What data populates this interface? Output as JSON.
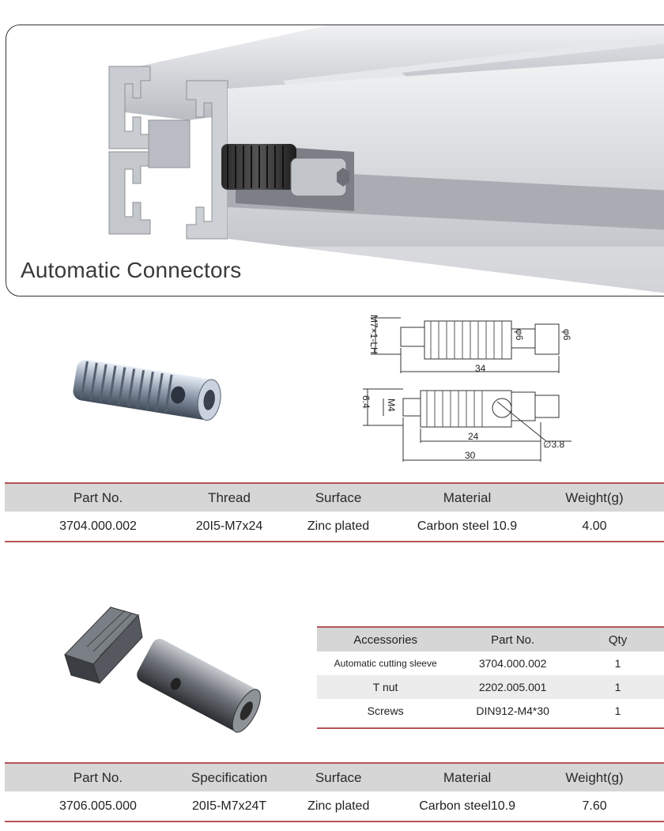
{
  "hero": {
    "title": "Automatic Connectors",
    "image": "aluminum-profile-with-automatic-connector"
  },
  "product1": {
    "photo": "automatic-connector-sleeve-photo",
    "drawing": {
      "top": {
        "thread": "M7×1-LH",
        "d1": "φ6",
        "d2": "φ6",
        "length": "34"
      },
      "bottom": {
        "height": "6.4",
        "thread": "M4",
        "len_inner": "24",
        "len_total": "30",
        "hole": "∅3.8"
      }
    }
  },
  "table1": {
    "headers": [
      "Part No.",
      "Thread",
      "Surface",
      "Material",
      "Weight(g)"
    ],
    "row": [
      "3704.000.002",
      "20I5-M7x24",
      "Zinc plated",
      "Carbon steel 10.9",
      "4.00"
    ]
  },
  "product2": {
    "photo": "t-nut-automatic-connector-photo"
  },
  "accessories": {
    "headers": [
      "Accessories",
      "Part No.",
      "Qty"
    ],
    "rows": [
      [
        "Automatic cutting sleeve",
        "3704.000.002",
        "1"
      ],
      [
        "T nut",
        "2202.005.001",
        "1"
      ],
      [
        "Screws",
        "DIN912-M4*30",
        "1"
      ]
    ]
  },
  "table2": {
    "headers": [
      "Part No.",
      "Specification",
      "Surface",
      "Material",
      "Weight(g)"
    ],
    "row": [
      "3706.005.000",
      "20I5-M7x24T",
      "Zinc plated",
      "Carbon steel10.9",
      "7.60"
    ]
  }
}
